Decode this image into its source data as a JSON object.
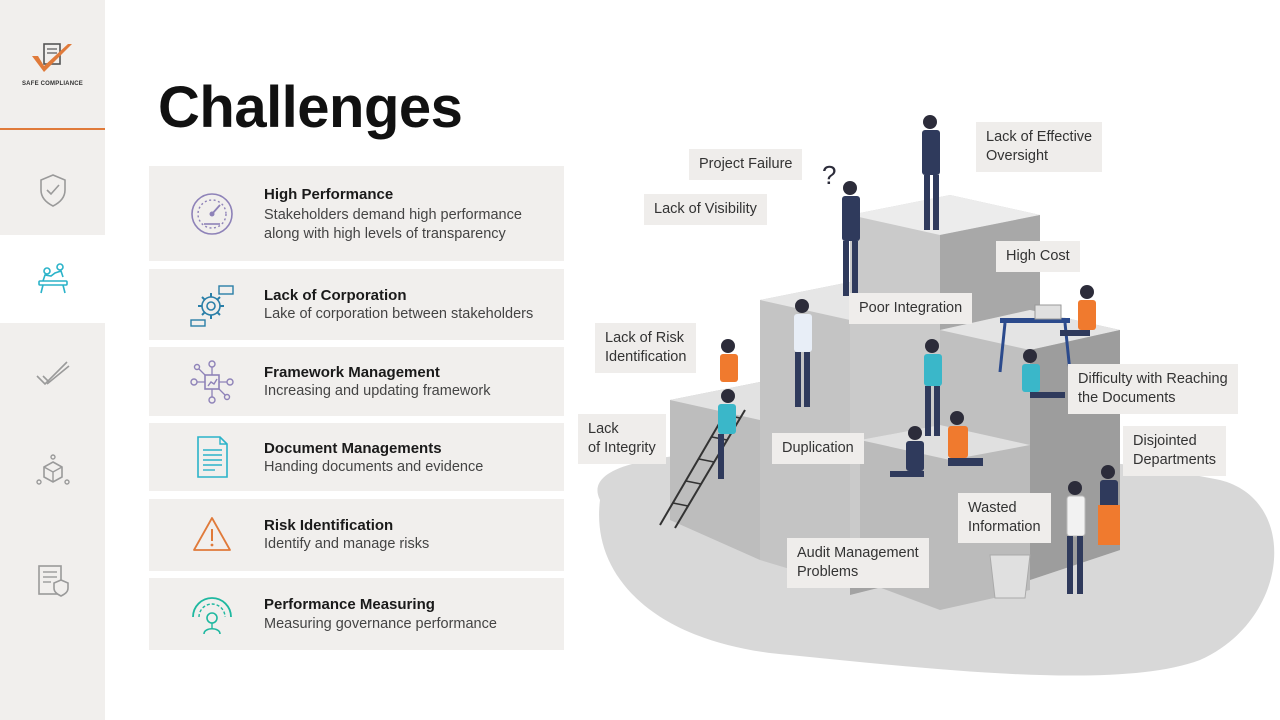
{
  "brand": {
    "logo_text": "SAFE COMPLIANCE",
    "accent": "#e07a3a"
  },
  "sidebar": {
    "items": [
      {
        "icon": "shield-check-icon",
        "active": false
      },
      {
        "icon": "team-collaboration-icon",
        "active": true
      },
      {
        "icon": "double-check-icon",
        "active": false
      },
      {
        "icon": "cube-network-icon",
        "active": false
      },
      {
        "icon": "document-shield-icon",
        "active": false
      }
    ]
  },
  "page": {
    "title": "Challenges"
  },
  "challenges": [
    {
      "icon": "speedometer-icon",
      "title": "High Performance",
      "desc": "Stakeholders demand high performance along with high levels of transparency"
    },
    {
      "icon": "gear-process-icon",
      "title": "Lack of Corporation",
      "desc": "Lake of corporation between stakeholders"
    },
    {
      "icon": "network-chart-icon",
      "title": "Framework Management",
      "desc": "Increasing and updating framework"
    },
    {
      "icon": "document-list-icon",
      "title": "Document Managements",
      "desc": "Handing documents and evidence"
    },
    {
      "icon": "warning-triangle-icon",
      "title": "Risk Identification",
      "desc": "Identify and manage risks"
    },
    {
      "icon": "performance-gauge-icon",
      "title": "Performance Measuring",
      "desc": "Measuring governance performance"
    }
  ],
  "illustration": {
    "labels": [
      "Lack of  Effective\nOversight",
      "Project Failure",
      "Lack of Visibility",
      "High Cost",
      "Poor Integration",
      "Lack of Risk\nIdentification",
      "Difficulty with Reaching\nthe Documents",
      "Lack\nof Integrity",
      "Duplication",
      "Disjointed\nDepartments",
      "Wasted\nInformation",
      "Audit Management\nProblems"
    ],
    "question_mark": "?"
  }
}
